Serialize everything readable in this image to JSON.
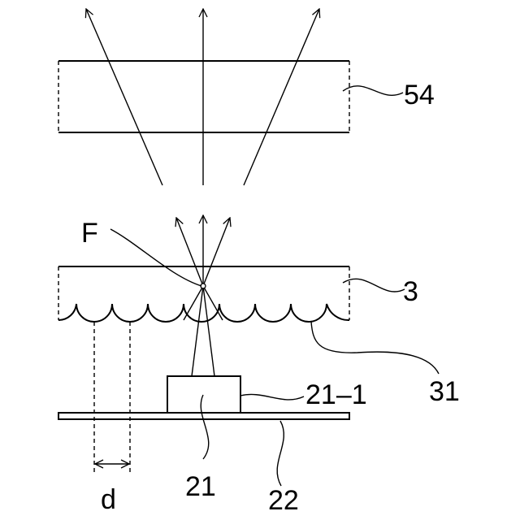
{
  "labels": {
    "diffuser": "54",
    "focal_point": "F",
    "lens_plate": "3",
    "lens_array": "31",
    "led_top": "21–1",
    "led": "21",
    "substrate": "22",
    "pitch": "d"
  }
}
